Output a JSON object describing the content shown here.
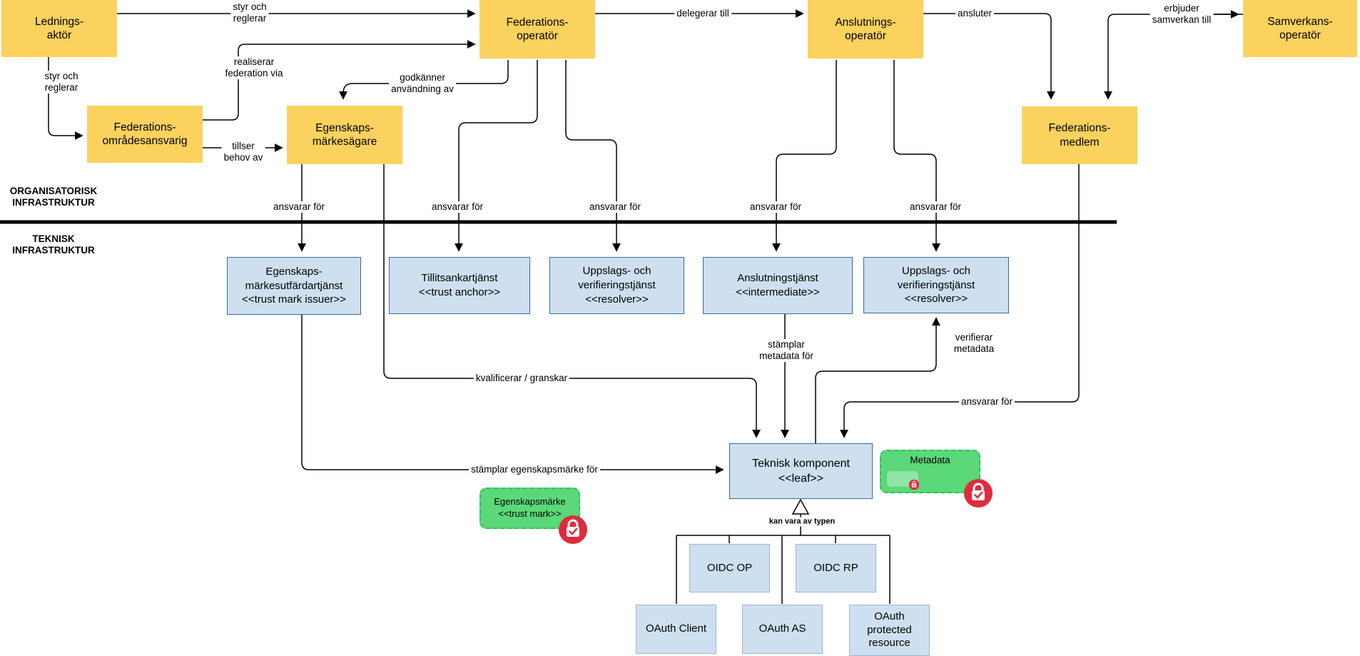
{
  "diagram": {
    "sections": {
      "organisational": "ORGANISATORISK\nINFRASTRUKTUR",
      "technical": "TEKNISK\nINFRASTRUKTUR"
    },
    "actors": {
      "ledningsaktor": "Lednings-\naktör",
      "federationsoperator": "Federations-\noperatör",
      "anslutningsoperator": "Anslutnings-\noperatör",
      "samverkansoperator": "Samverkans-\noperatör",
      "omradesansvarig": "Federations-\nområdesansvarig",
      "egenskapsmarkesagare": "Egenskaps-\nmärkesägare",
      "federationsmedlem": "Federations-\nmedlem"
    },
    "services": {
      "trust_mark_issuer": "Egenskaps-\nmärkesutfärdartjänst\n<<trust mark issuer>>",
      "trust_anchor": "Tillitsankartjänst\n<<trust anchor>>",
      "resolver_1": "Uppslags- och\nverifieringstjänst\n<<resolver>>",
      "intermediate": "Anslutningstjänst\n<<intermediate>>",
      "resolver_2": "Uppslags- och\nverifieringstjänst\n<<resolver>>",
      "leaf": "Teknisk komponent\n<<leaf>>"
    },
    "components": {
      "oidc_op": "OIDC OP",
      "oidc_rp": "OIDC RP",
      "oauth_client": "OAuth Client",
      "oauth_as": "OAuth AS",
      "oauth_protected_resource": "OAuth\nprotected\nresource"
    },
    "artifacts": {
      "trust_mark": "Egenskapsmärke\n<<trust mark>>",
      "metadata": "Metadata"
    },
    "edges": {
      "styr_och_reglerar": "styr och\nreglerar",
      "realiserar_federation_via": "realiserar\nfederation via",
      "tillser_behov_av": "tillser\nbehov av",
      "godkanner_anvandning_av": "godkänner\nanvändning av",
      "delegerar_till": "delegerar till",
      "ansluter": "ansluter",
      "erbjuder_samverkan_till": "erbjuder\nsamverkan till",
      "ansvarar_for": "ansvarar för",
      "stamplar_metadata_for": "stämplar\nmetadata för",
      "verifierar_metadata": "verifierar\nmetadata",
      "kvalificerar_granskar": "kvalificerar / granskar",
      "stamplar_egenskapsmarke_for": "stämplar egenskapsmärke för",
      "kan_vara_av_typen": "kan vara av typen"
    },
    "colors": {
      "actor_fill": "#fbd25e",
      "service_fill": "#cee0f0",
      "service_border": "#3a6a99",
      "component_border": "#9ab5d0",
      "artifact_fill": "#5bd879",
      "artifact_border": "#2fbf5f",
      "badge_red": "#e02b3d",
      "line_color": "#000000"
    }
  }
}
